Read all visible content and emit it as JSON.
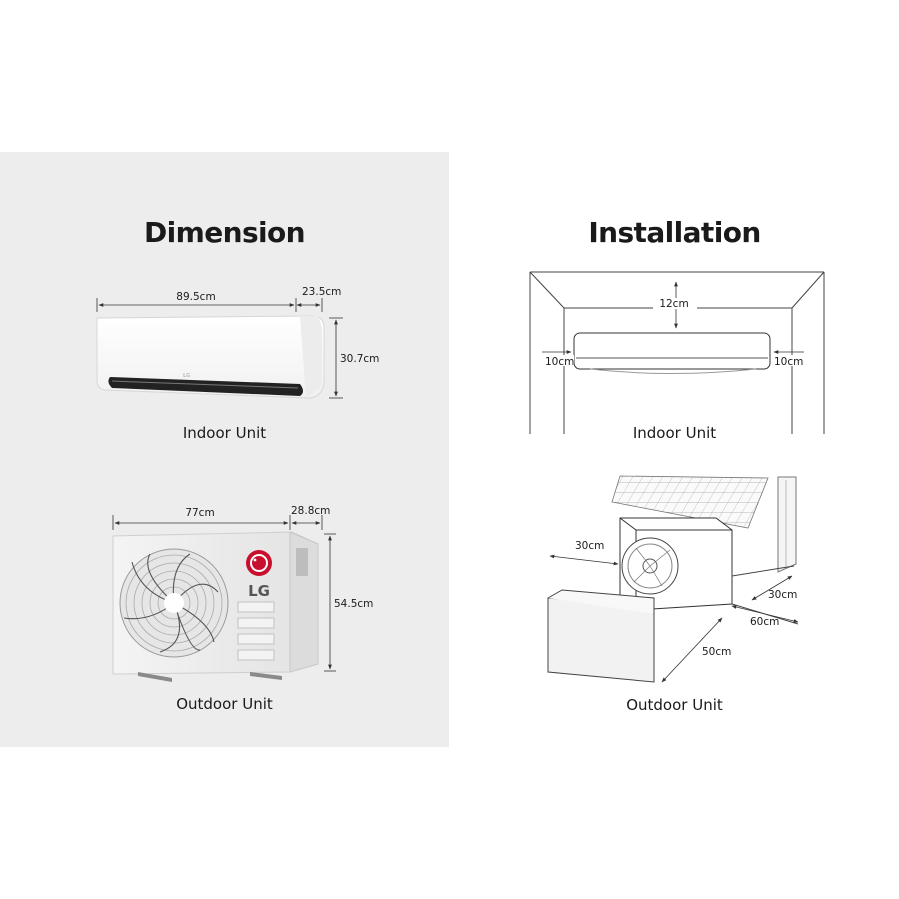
{
  "dimension": {
    "title": "Dimension",
    "indoor": {
      "width": "89.5cm",
      "depth": "23.5cm",
      "height": "30.7cm",
      "caption": "Indoor Unit"
    },
    "outdoor": {
      "width": "77cm",
      "depth": "28.8cm",
      "height": "54.5cm",
      "caption": "Outdoor Unit",
      "brand": "LG"
    }
  },
  "installation": {
    "title": "Installation",
    "indoor": {
      "top": "12cm",
      "left": "10cm",
      "right": "10cm",
      "caption": "Indoor Unit"
    },
    "outdoor": {
      "left": "30cm",
      "back": "30cm",
      "side": "60cm",
      "front": "50cm",
      "caption": "Outdoor Unit"
    }
  },
  "colors": {
    "panel": "#ededed",
    "text": "#1a1a1a",
    "brand_red": "#c8102e",
    "line": "#333333"
  }
}
